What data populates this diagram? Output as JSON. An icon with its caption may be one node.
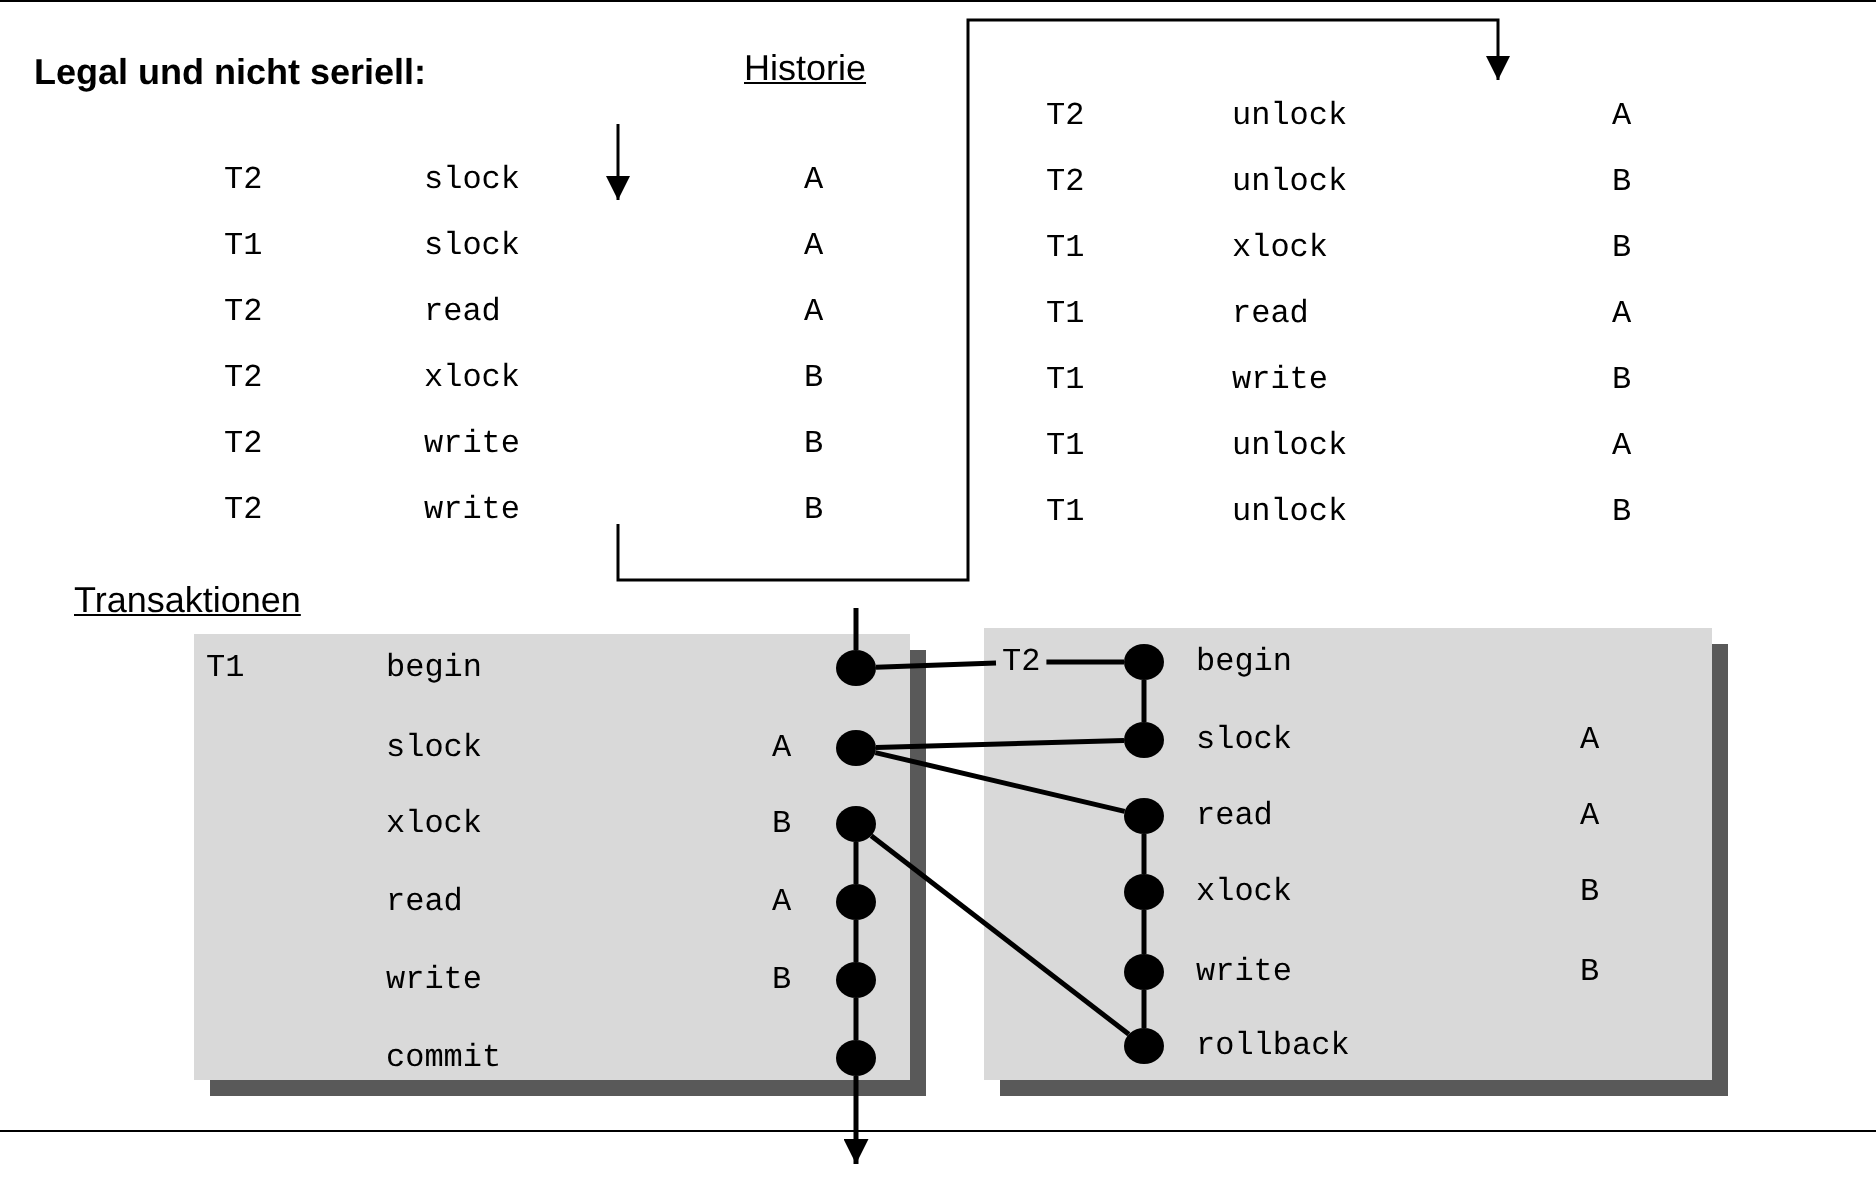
{
  "diagram": {
    "title": "Legal und nicht seriell:",
    "nodes": [
      {
        "text": [
          "T1"
        ]
      },
      {
        "text": [],
        "shape": "circle",
        "in": 0
      },
      {
        "text": [],
        "shape": "circle",
        "in": 0
      },
      {
        "text": [],
        "shape": "circle",
        "in": 0
      },
      {
        "text": [],
        "shape": "circle",
        "in": 0
      },
      {
        "text": [],
        "shape": "circle",
        "in": 0
      },
      {
        "text": [],
        "shape": "circle",
        "in": 0
      },
      {
        "text": [],
        "shape": "box"
      },
      {
        "text": [
          "T2"
        ],
        "in": 7
      },
      {
        "text": [],
        "shape": "circle",
        "in": 7
      },
      {
        "text": [],
        "shape": "circle",
        "in": 7
      },
      {
        "text": [],
        "shape": "circle",
        "in": 7
      },
      {
        "text": [],
        "shape": "circle",
        "in": 7
      },
      {
        "text": [],
        "shape": "circle",
        "in": 7
      },
      {
        "text": [],
        "shape": "circle",
        "in": 7
      }
    ],
    "edges": [
      {
        "from": null,
        "to": 1,
        "arrow": "none"
      },
      {
        "from": 1,
        "to": 8,
        "arrow": "none"
      },
      {
        "from": 8,
        "to": 9,
        "arrow": "none"
      },
      {
        "from": 9,
        "to": 10,
        "arrow": "none"
      },
      {
        "from": 10,
        "to": 2,
        "arrow": "none"
      },
      {
        "from": 2,
        "to": 11,
        "arrow": "none"
      },
      {
        "from": 11,
        "to": 12,
        "arrow": "none"
      },
      {
        "from": 12,
        "to": 13,
        "arrow": "none"
      },
      {
        "from": 13,
        "to": 14,
        "arrow": "none"
      },
      {
        "from": 14,
        "to": 3,
        "arrow": "none"
      },
      {
        "from": 3,
        "to": 4,
        "arrow": "none"
      },
      {
        "from": 4,
        "to": 5,
        "arrow": "none"
      },
      {
        "from": 5,
        "to": 6,
        "arrow": "none"
      },
      {
        "from": 6,
        "to": null,
        "arrow": "to"
      }
    ],
    "labels": [
      "Historie",
      "T2",
      "slock",
      "A",
      "T1",
      "slock",
      "A",
      "T2",
      "read",
      "A",
      "T2",
      "xlock",
      "B",
      "T2",
      "write",
      "B",
      "T2",
      "write",
      "B",
      "T2",
      "unlock",
      "A",
      "T2",
      "unlock",
      "B",
      "T1",
      "xlock",
      "B",
      "T1",
      "read",
      "A",
      "T1",
      "write",
      "B",
      "T1",
      "unlock",
      "A",
      "T1",
      "unlock",
      "B",
      "Transaktionen",
      "begin",
      "slock",
      "A",
      "xlock",
      "B",
      "read",
      "A",
      "write",
      "B",
      "commit",
      "begin",
      "slock",
      "A",
      "read",
      "A",
      "xlock",
      "B",
      "write",
      "B",
      "rollback"
    ]
  }
}
